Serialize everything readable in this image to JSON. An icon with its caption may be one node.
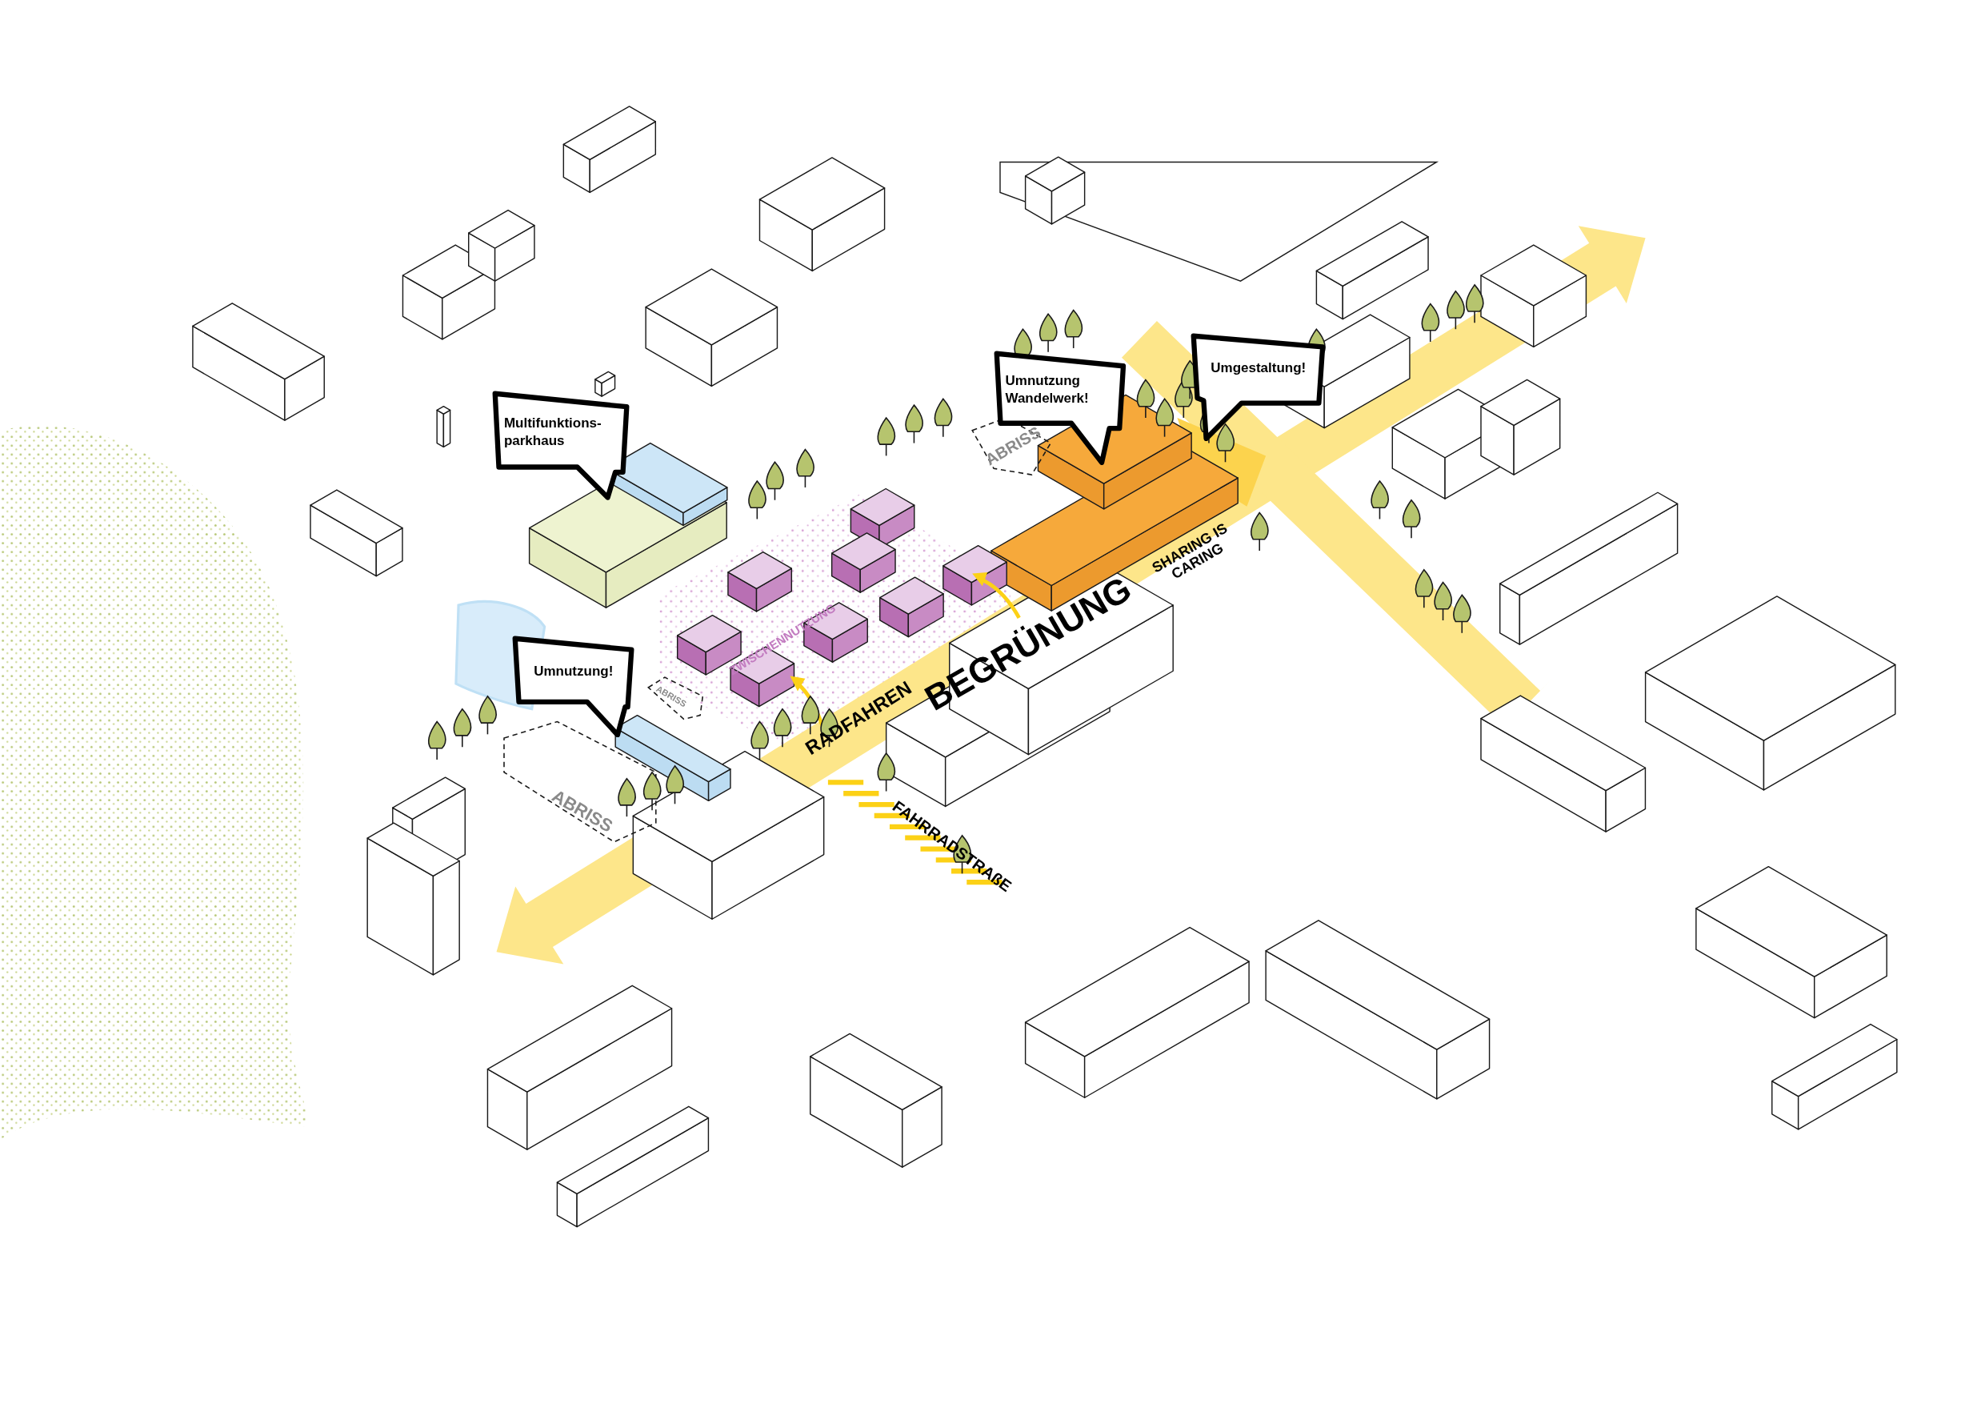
{
  "diagram": {
    "nodes": [
      {
        "text": [
          "Multifunktions-parkhaus"
        ]
      },
      {
        "text": [
          "Umnutzung!"
        ]
      },
      {
        "text": [
          "Umnutzung Wandelwerk!"
        ]
      },
      {
        "text": [
          "Umgestaltung!"
        ]
      }
    ],
    "labels": [
      "ABRISS",
      "ZWISCHENNUTZUNG",
      "SHARING IS CARING",
      "BEGRÜNUNG",
      "ABRISS",
      "RADFAHREN",
      "ABRISS",
      "FAHRRADSTRAßE"
    ]
  }
}
